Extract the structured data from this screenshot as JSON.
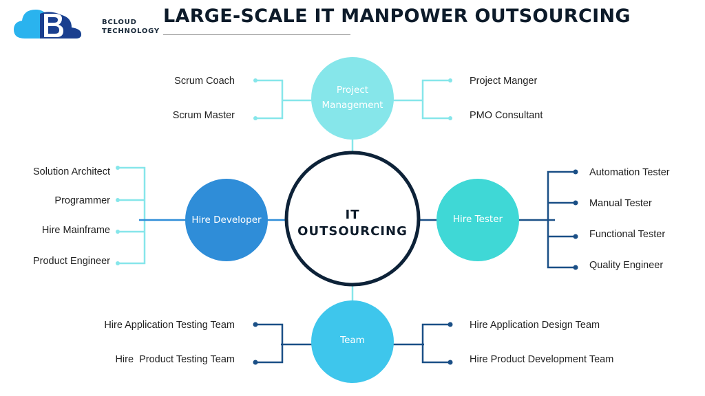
{
  "logo": {
    "line1": "BCLOUD",
    "line2": "TECHNOLOGY"
  },
  "title": "LARGE-SCALE IT MANPOWER OUTSOURCING",
  "center": {
    "line1": "IT",
    "line2": "OUTSOURCING"
  },
  "project_management": {
    "label_line1": "Project",
    "label_line2": "Management",
    "color": "#86e6ea",
    "left": [
      "Scrum Coach",
      "Scrum Master"
    ],
    "right": [
      "Project Manger",
      "PMO Consultant"
    ]
  },
  "hire_developer": {
    "label": "Hire Developer",
    "color": "#2f8dd8",
    "items": [
      "Solution Architect",
      "Programmer",
      "Hire Mainframe",
      "Product Engineer"
    ]
  },
  "hire_tester": {
    "label": "Hire Tester",
    "color": "#3fd8d6",
    "items": [
      "Automation Tester",
      "Manual Tester",
      "Functional Tester",
      "Quality Engineer"
    ]
  },
  "team": {
    "label": "Team",
    "color": "#3ec6ec",
    "left": [
      "Hire Application Testing Team",
      "Hire  Product Testing Team"
    ],
    "right": [
      "Hire Application Design Team",
      "Hire Product Development Team"
    ]
  }
}
